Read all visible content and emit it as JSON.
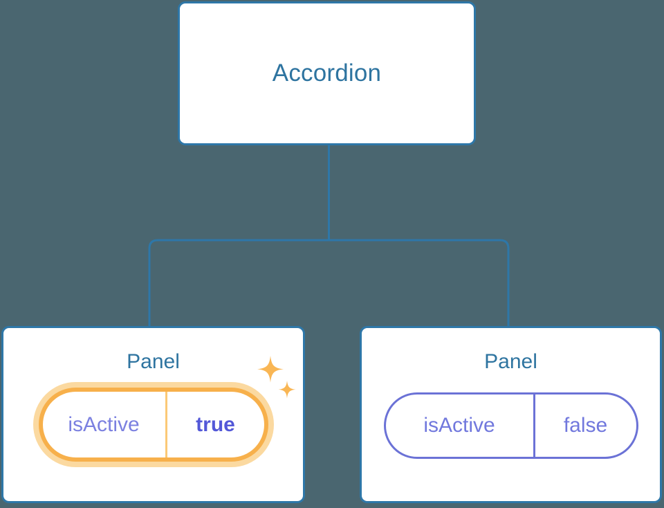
{
  "diagram": {
    "type": "component-tree",
    "background_color": "#4a6670",
    "node_border_color": "#2e77a8",
    "node_title_color": "#2e74a0",
    "connector_color": "#2e77a8",
    "highlight_color": "#f7b04b",
    "highlight_glow_color": "#fbd9a0",
    "prop_color": "#7178dd",
    "prop_value_active_color": "#5358d8"
  },
  "root": {
    "title": "Accordion"
  },
  "children": [
    {
      "title": "Panel",
      "highlighted": true,
      "prop_key": "isActive",
      "prop_value": "true",
      "sparkle_icon": "sparkles-icon"
    },
    {
      "title": "Panel",
      "highlighted": false,
      "prop_key": "isActive",
      "prop_value": "false"
    }
  ]
}
